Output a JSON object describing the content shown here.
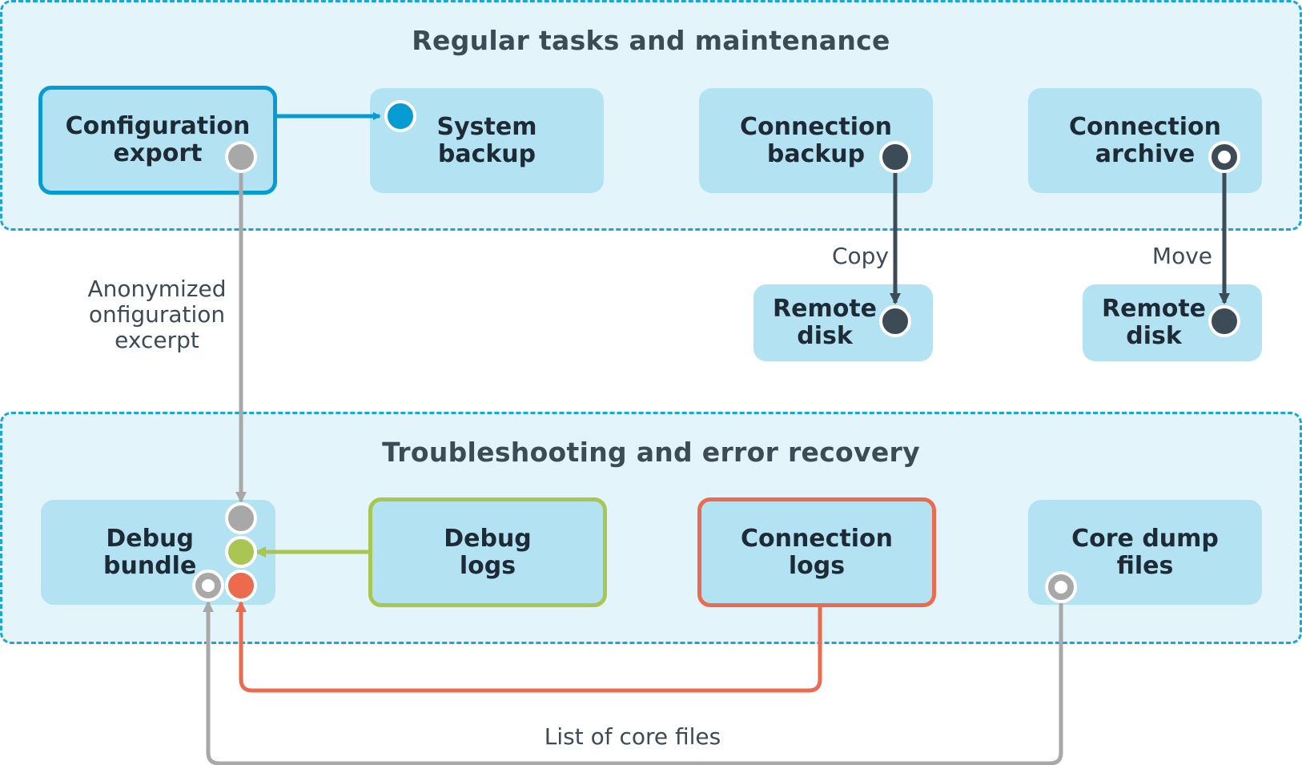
{
  "sections": {
    "regular": {
      "title": "Regular tasks and maintenance"
    },
    "troubleshooting": {
      "title": "Troubleshooting and error recovery"
    }
  },
  "nodes": {
    "configuration_export": "Configuration\nexport",
    "system_backup": "System\nbackup",
    "connection_backup": "Connection\nbackup",
    "connection_archive": "Connection\narchive",
    "remote_disk_copy": "Remote\ndisk",
    "remote_disk_move": "Remote\ndisk",
    "debug_bundle": "Debug\nbundle",
    "debug_logs": "Debug\nlogs",
    "connection_logs": "Connection\nlogs",
    "core_dump_files": "Core dump\nfiles"
  },
  "edge_labels": {
    "copy": "Copy",
    "move": "Move",
    "anonymized": "Anonymized\nonfiguration\nexcerpt",
    "core_files": "List of core files"
  },
  "colors": {
    "blue": "#079bd4",
    "green": "#a9c653",
    "red": "#ec6b4f",
    "gray": "#a8a8a8",
    "dark": "#3d4b56"
  }
}
